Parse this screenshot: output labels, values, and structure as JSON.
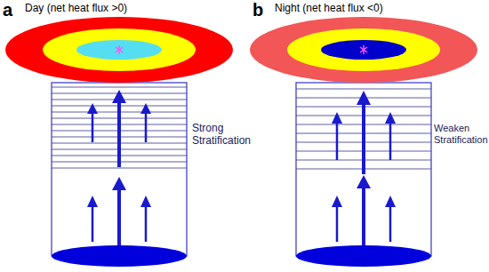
{
  "diagram": {
    "labels": [
      "a",
      "Day (net heat flux >0)",
      "Strong Stratification",
      "b",
      "Night (net heat flux <0)",
      "Weaken Stratification"
    ]
  }
}
